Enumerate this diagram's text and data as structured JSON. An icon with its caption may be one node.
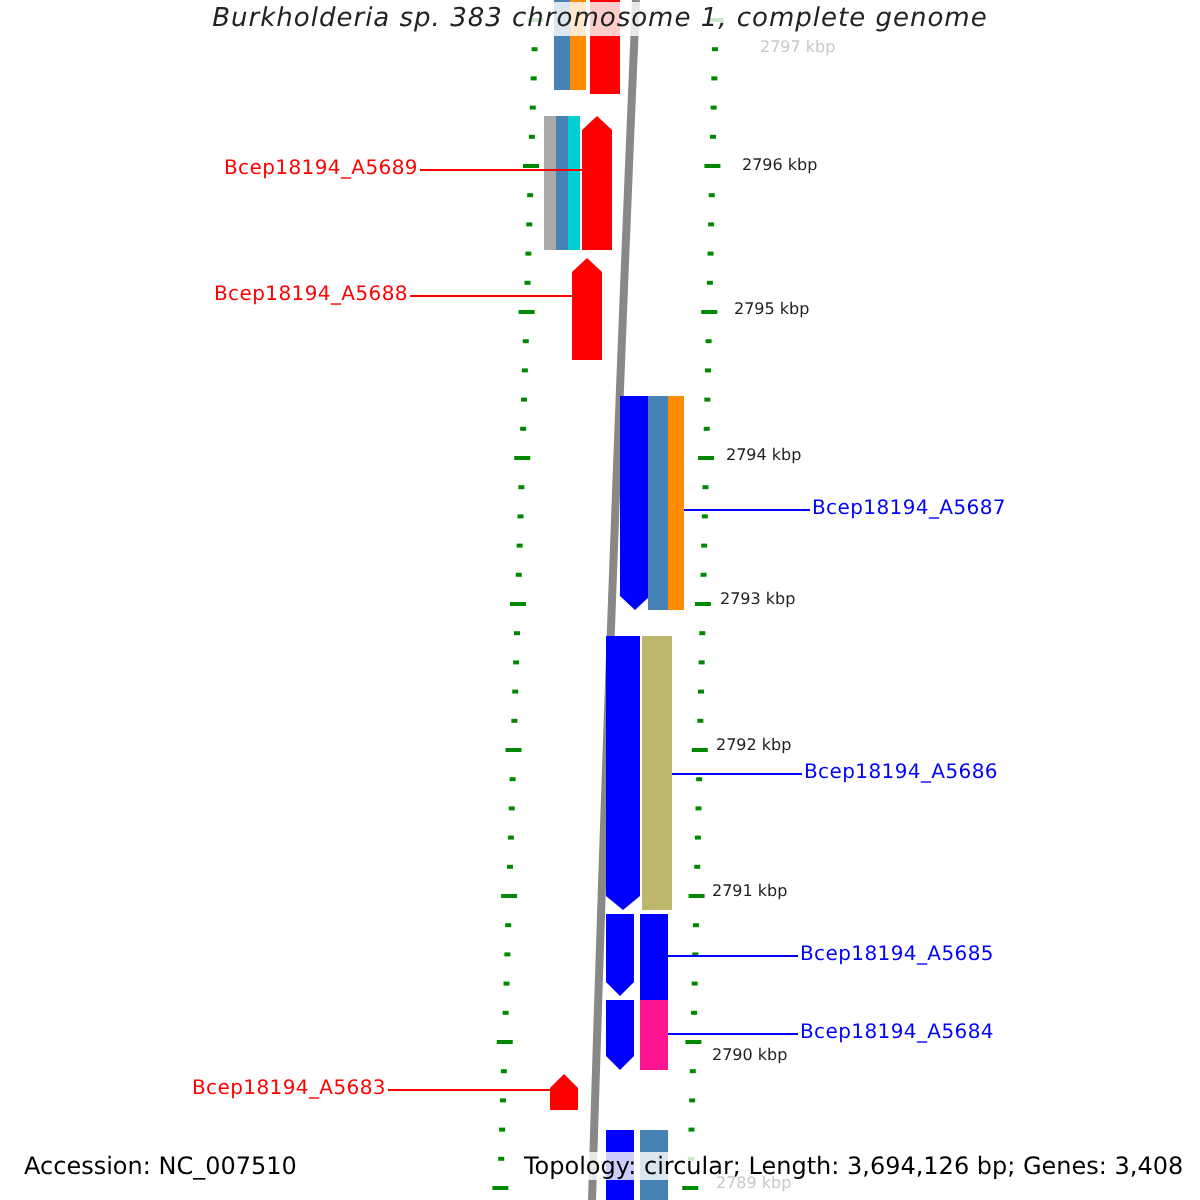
{
  "diagram": {
    "title": "Burkholderia sp. 383 chromosome 1, complete genome",
    "nodes": [
      {
        "text": [
          "Bcep18194_A5689"
        ]
      },
      {
        "text": [],
        "shape": "bar"
      },
      {
        "text": [
          "Bcep18194_A5688"
        ]
      },
      {
        "text": [],
        "shape": "bar"
      },
      {
        "text": [
          "Bcep18194_A5687"
        ]
      },
      {
        "text": [],
        "shape": "bar"
      },
      {
        "text": [
          "Bcep18194_A5686"
        ]
      },
      {
        "text": [],
        "shape": "bar"
      },
      {
        "text": [
          "Bcep18194_A5685"
        ]
      },
      {
        "text": [],
        "shape": "bar"
      },
      {
        "text": [
          "Bcep18194_A5684"
        ]
      },
      {
        "text": [],
        "shape": "bar"
      },
      {
        "text": [
          "Bcep18194_A5683"
        ]
      },
      {
        "text": [],
        "shape": "bar"
      }
    ],
    "edges": [
      {
        "from": 0,
        "to": 1,
        "arrow": "none",
        "color": "#ff0000"
      },
      {
        "from": 2,
        "to": 3,
        "arrow": "none",
        "color": "#ff0000"
      },
      {
        "from": 4,
        "to": 5,
        "arrow": "none",
        "color": "#0000ff"
      },
      {
        "from": 6,
        "to": 7,
        "arrow": "none",
        "color": "#0000ff"
      },
      {
        "from": 8,
        "to": 9,
        "arrow": "none",
        "color": "#0000ff"
      },
      {
        "from": 10,
        "to": 11,
        "arrow": "none",
        "color": "#0000ff"
      },
      {
        "from": 12,
        "to": 13,
        "arrow": "none",
        "color": "#ff0000"
      }
    ],
    "labels": [
      "2797 kbp",
      "2796 kbp",
      "2795 kbp",
      "2794 kbp",
      "2793 kbp",
      "2792 kbp",
      "2791 kbp",
      "2790 kbp",
      "Accession: NC_007510",
      "Topology: circular; Length: 3,694,126 bp; Genes: 3,408",
      "2789 kbp"
    ]
  }
}
